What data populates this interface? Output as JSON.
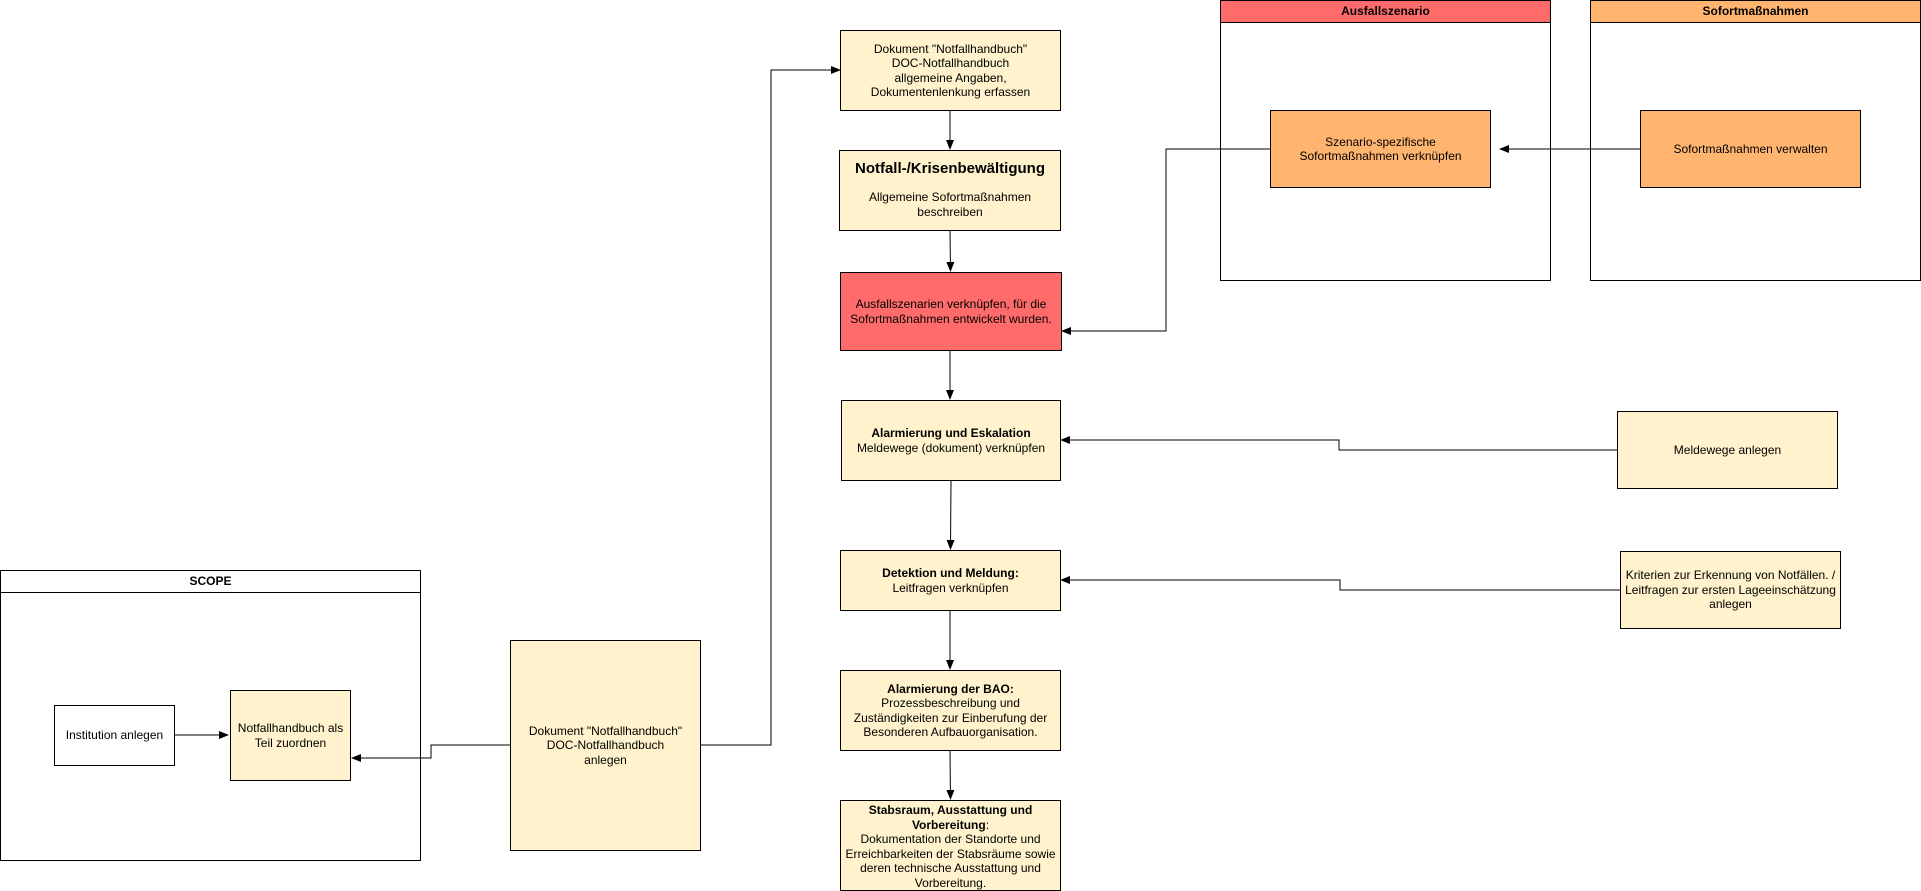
{
  "swimlanes": {
    "scope": {
      "title": "SCOPE"
    },
    "ausfallszenario": {
      "title": "Ausfallszenario"
    },
    "sofortmassnahmen": {
      "title": "Sofortmaßnahmen"
    }
  },
  "nodes": {
    "institution": "Institution anlegen",
    "zuordnen": "Notfallhandbuch als Teil zuordnen",
    "doc_anlegen": "Dokument \"Notfallhandbuch\"\nDOC-Notfallhandbuch\nanlegen",
    "doc_erfassen": "Dokument \"Notfallhandbuch\"\nDOC-Notfallhandbuch\nallgemeine Angaben,\nDokumentenlenkung erfassen",
    "krisen": {
      "title": "Notfall-/Krisenbewältigung",
      "text": "Allgemeine Sofortmaßnahmen beschreiben"
    },
    "ausfall_verknuepfen": "Ausfallszenarien verknüpfen, für die Sofortmaßnahmen entwickelt wurden.",
    "alarmierung": {
      "title": "Alarmierung und Eskalation",
      "text": "Meldewege (dokument) verknüpfen"
    },
    "detektion": {
      "title": "Detektion und Meldung:",
      "text": "Leitfragen verknüpfen"
    },
    "bao": {
      "title": "Alarmierung der BAO:",
      "text": "Prozessbeschreibung und Zuständigkeiten zur Einberufung der Besonderen Aufbauorganisation."
    },
    "stabsraum": {
      "title": "Stabsraum, Ausstattung und Vorbereitung",
      "suffix": ":",
      "text": "Dokumentation der Standorte und Erreichbarkeiten der Stabsräume sowie deren technische Ausstattung und Vorbereitung."
    },
    "szenario_spezifisch": "Szenario-spezifische Sofortmaßnahmen verknüpfen",
    "sofort_verwalten": "Sofortmaßnahmen verwalten",
    "meldewege_anlegen": "Meldewege anlegen",
    "kriterien": "Kriterien zur Erkennung von Notfällen. / Leitfragen zur ersten Lageeinschätzung anlegen"
  },
  "colors": {
    "cream": "#fff2cc",
    "red": "#ff6b6b",
    "orange": "#ffb570",
    "swim_red_header": "#ff6b6b",
    "swim_orange_header": "#ffb570",
    "line": "#000000"
  }
}
